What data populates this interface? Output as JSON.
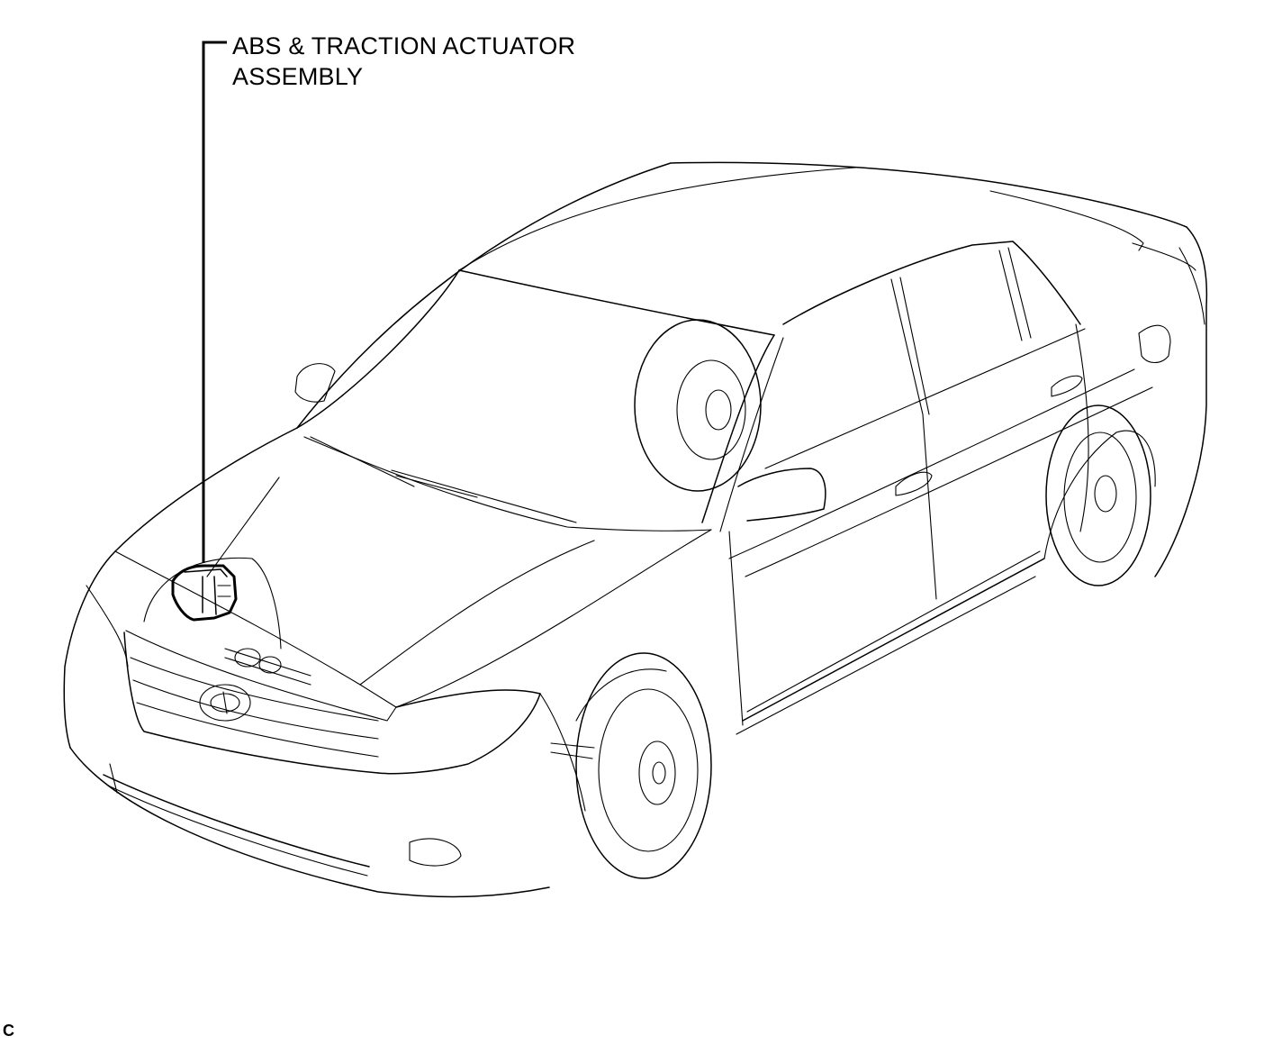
{
  "callout": {
    "line1": "ABS & TRACTION ACTUATOR",
    "line2": "ASSEMBLY"
  },
  "corner_code": "C",
  "colors": {
    "line": "#000000",
    "background": "#ffffff"
  }
}
